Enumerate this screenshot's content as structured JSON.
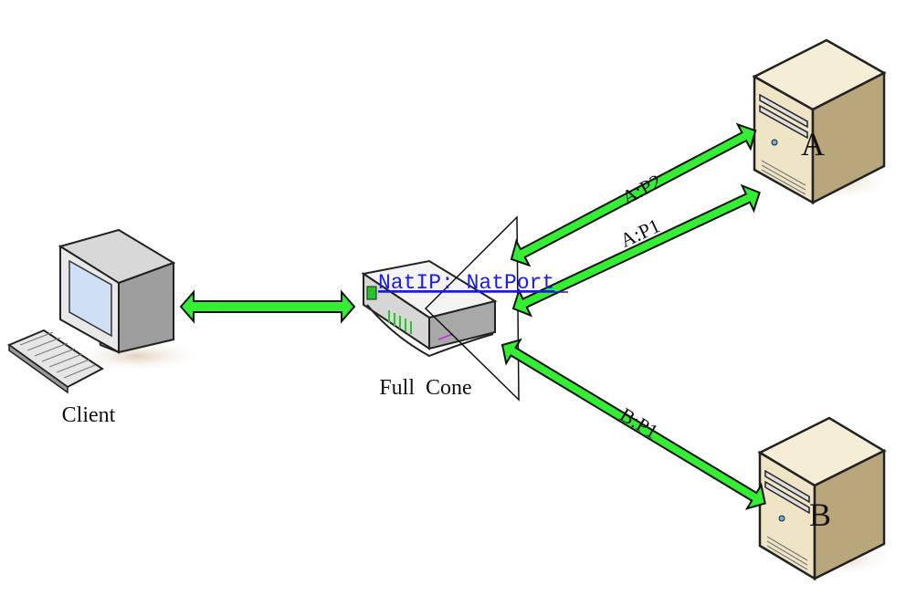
{
  "nodes": {
    "client": {
      "label": "Client"
    },
    "nat": {
      "label": "Full  Cone",
      "address_label": "NatIP: NatPort"
    },
    "server_a": {
      "label": "A"
    },
    "server_b": {
      "label": "B"
    }
  },
  "links": {
    "a_p2": {
      "label": "A:P2"
    },
    "a_p1": {
      "label": "A:P1"
    },
    "b_p1": {
      "label": "B:P1"
    }
  },
  "colors": {
    "link_green": "#33ee33",
    "link_outline": "#111111",
    "address_link_blue": "#1a1aee",
    "server_body": "#efe4c6",
    "server_side": "#b9a67a",
    "monitor_screen": "#cfe0f6"
  },
  "icons": {
    "client": "desktop-computer-icon",
    "nat": "router-icon",
    "server_a": "tower-server-icon",
    "server_b": "tower-server-icon"
  }
}
